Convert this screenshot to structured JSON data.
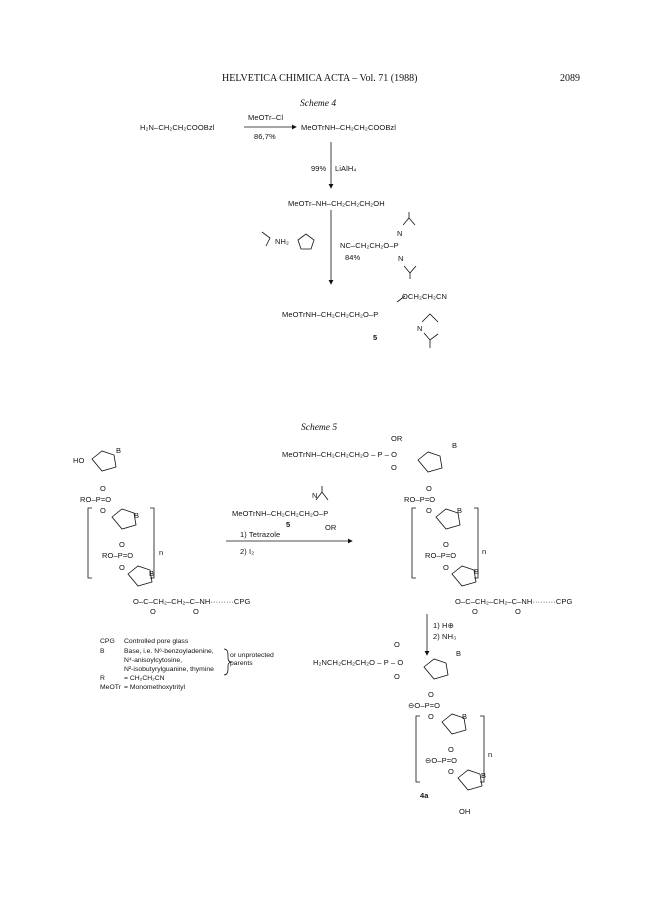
{
  "header": {
    "running_title": "HELVETICA CHIMICA ACTA – Vol. 71 (1988)",
    "page_number": "2089"
  },
  "scheme4": {
    "title": "Scheme 4",
    "start": "H₂N–CH₂CH₂COOBzl",
    "reagent1": "MeOTr–Cl",
    "yield1": "86,7%",
    "product1": "MeOTrNH–CH₂CH₂COOBzl",
    "yield2": "99%",
    "reagent2": "LiAlH₄",
    "product2": "MeOTr–NH–CH₂CH₂CH₂OH",
    "reagent3_salt_label": "NH₂",
    "reagent3_phos": "NC–CH₂CH₂O–P",
    "reagent3_n": "N",
    "yield3": "84%",
    "product3_main": "MeOTrNH–CH₂CH₂CH₂O–P",
    "product3_sub": "OCH₂CH₂CN",
    "product3_n": "N",
    "compound_number": "5"
  },
  "scheme5": {
    "title": "Scheme 5",
    "sm_ho": "HO",
    "base_label": "B",
    "phosphate_ro": "RO–P=O",
    "phosphate_ro_inner": "RO–P=O",
    "o_label": "O",
    "n_label": "n",
    "linker": "O–C–CH₂–CH₂–C–NH·········CPG",
    "reagent_main": "MeOTrNH–CH₂CH₂CH₂O–P",
    "reagent_or": "OR",
    "reagent_n": "N",
    "reagent_number": "5",
    "step1": "1) Tetrazole",
    "step2": "2) I₂",
    "product_top": "MeOTrNH–CH₂CH₂CH₂O – P – O",
    "product_or": "OR",
    "deprot1": "1) H⊕",
    "deprot2": "2) NH₃",
    "final_top": "H₂NCH₂CH₂CH₂O – P – O",
    "final_phos": "⊖O–P=O",
    "final_oh": "OH",
    "final_number": "4a"
  },
  "legend": {
    "rows": [
      {
        "key": "CPG",
        "value": "Controlled pore glass"
      },
      {
        "key": "B",
        "value": "Base, i.e. N⁶-benzoyladenine,"
      },
      {
        "key": "",
        "value": "N⁴-anisoylcytosine,"
      },
      {
        "key": "",
        "value": "N²-isobutyrylguanine, thymine"
      },
      {
        "key": "R",
        "value": "= CH₂CH₂CN"
      },
      {
        "key": "MeOTr",
        "value": "= Monomethoxytrityl"
      }
    ],
    "brace_note_1": "or unprotected",
    "brace_note_2": "parents"
  }
}
